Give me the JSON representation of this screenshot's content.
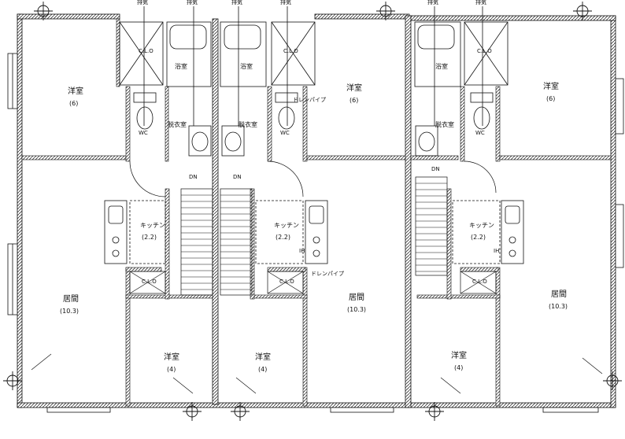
{
  "labels": {
    "western_room": "洋室",
    "size_6": "(6)",
    "size_4": "(4)",
    "living": "居間",
    "size_10_3": "(10.3)",
    "kitchen": "キッチン",
    "size_2_2": "(2.2)",
    "bath": "浴室",
    "dressing": "脱衣室",
    "exhaust": "排気",
    "closet": "C.L.O",
    "wc": "WC",
    "down": "DN",
    "drain_pipe": "ドレンパイプ",
    "ih": "IH"
  }
}
